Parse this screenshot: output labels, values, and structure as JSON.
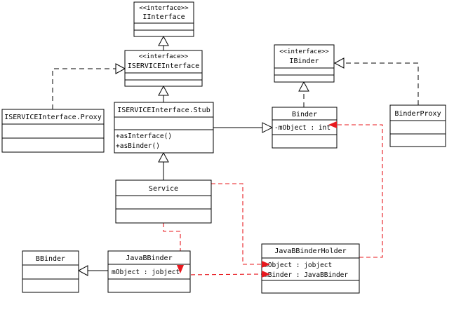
{
  "classes": {
    "iinterface": {
      "stereotype": "<<interface>>",
      "name": "IInterface"
    },
    "iservice_interface": {
      "stereotype": "<<interface>>",
      "name": "ISERVICEInterface"
    },
    "iservice_proxy": {
      "name": "ISERVICEInterface.Proxy"
    },
    "iservice_stub": {
      "name": "ISERVICEInterface.Stub",
      "methods": [
        "+asInterface()",
        "+asBinder()"
      ]
    },
    "ibinder": {
      "stereotype": "<<interface>>",
      "name": "IBinder"
    },
    "binder": {
      "name": "Binder",
      "fields": [
        "-mObject : int"
      ]
    },
    "binder_proxy": {
      "name": "BinderProxy"
    },
    "service": {
      "name": "Service"
    },
    "bbinder": {
      "name": "BBinder"
    },
    "java_bbinder": {
      "name": "JavaBBinder",
      "fields": [
        "mObject : jobject"
      ]
    },
    "java_bbinder_holder": {
      "name": "JavaBBinderHolder",
      "fields": [
        "mObject : jobject",
        "mBinder : JavaBBinder"
      ]
    }
  },
  "colors": {
    "line": "#000000",
    "reference": "#e8181e",
    "box_fill": "#ffffff"
  }
}
